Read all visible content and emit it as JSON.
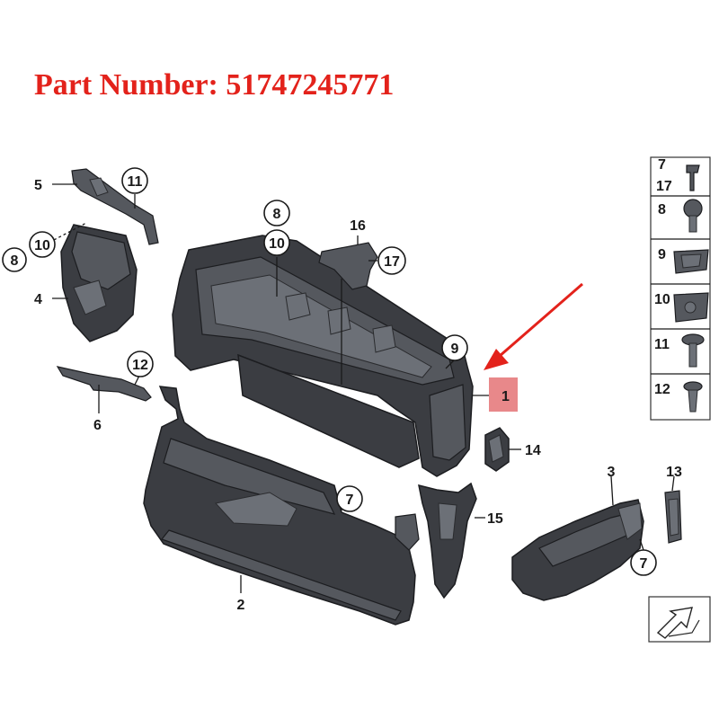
{
  "title": "Part Number: 51747245771",
  "colors": {
    "title": "#e3221b",
    "highlight": "#e8888a",
    "arrow": "#e3221b",
    "part": "#3b3d42"
  },
  "callouts": {
    "c1": "1",
    "c2": "2",
    "c3": "3",
    "c4": "4",
    "c5": "5",
    "c6": "6",
    "c7a": "7",
    "c7b": "7",
    "c8a": "8",
    "c8b": "8",
    "c9": "9",
    "c10a": "10",
    "c10b": "10",
    "c11": "11",
    "c12": "12",
    "c13": "13",
    "c14": "14",
    "c15": "15",
    "c16": "16",
    "c17": "17"
  },
  "legend": [
    {
      "num": "7"
    },
    {
      "num": "17"
    },
    {
      "num": "8"
    },
    {
      "num": "9"
    },
    {
      "num": "10"
    },
    {
      "num": "11"
    },
    {
      "num": "12"
    }
  ],
  "icons": {
    "pointer": "red-arrow-icon",
    "corner": "page-corner-arrow-icon"
  }
}
